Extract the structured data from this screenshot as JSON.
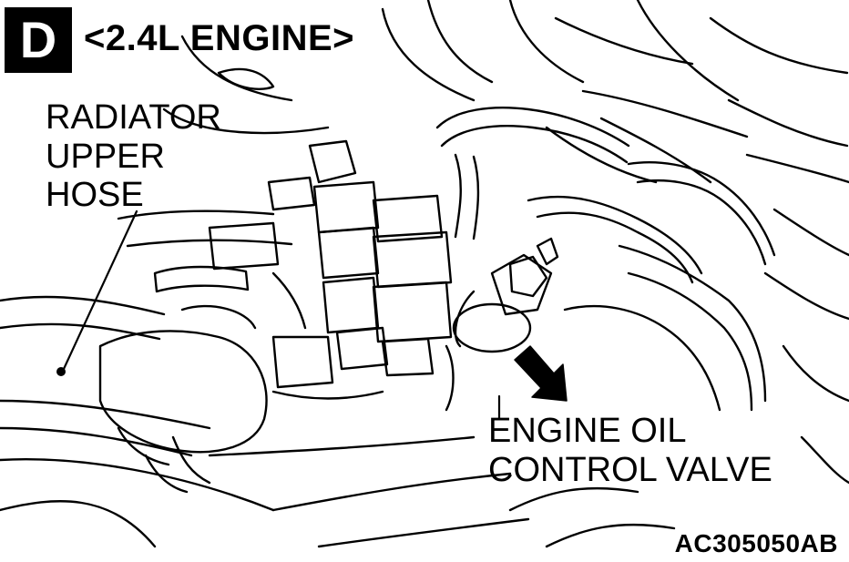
{
  "badge": "D",
  "heading": "<2.4L ENGINE>",
  "callouts": {
    "radiator_hose": [
      "RADIATOR",
      "UPPER",
      "HOSE"
    ],
    "oil_control_valve": [
      "ENGINE OIL",
      "CONTROL VALVE"
    ]
  },
  "figure_code": "AC305050AB"
}
